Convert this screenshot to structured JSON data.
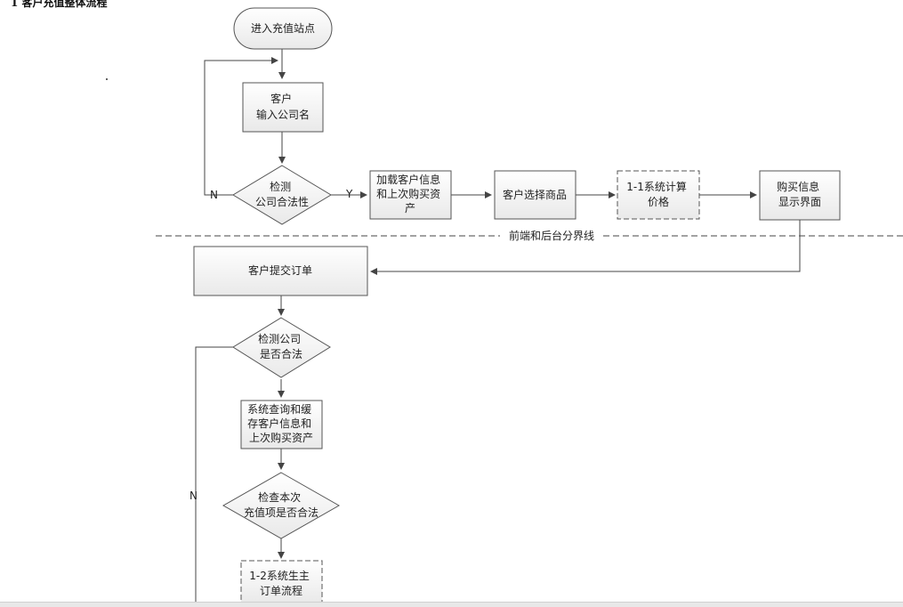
{
  "title": "1 客户充值整体流程",
  "divider_label": "前端和后台分界线",
  "nodes": {
    "start": [
      "进入充值站点"
    ],
    "input_company": [
      "客户",
      "输入公司名"
    ],
    "check_company": [
      "检测",
      "公司合法性"
    ],
    "load_info": [
      "加载客户信息",
      "和上次购买资",
      "产"
    ],
    "select_goods": [
      "客户选择商品"
    ],
    "calc_price": [
      "1-1系统计算",
      "价格"
    ],
    "show_purchase": [
      "购买信息",
      "显示界面"
    ],
    "submit_order": [
      "客户提交订单"
    ],
    "check_legal": [
      "检测公司",
      "是否合法"
    ],
    "query_cache": [
      "系统查询和缓",
      "存客户信息和",
      "上次购买资产"
    ],
    "check_recharge": [
      "检查本次",
      "充值项是否合法"
    ],
    "gen_order": [
      "1-2系统生主",
      "订单流程"
    ]
  },
  "labels": {
    "no1": "N",
    "yes1": "Y",
    "no2": "N"
  }
}
